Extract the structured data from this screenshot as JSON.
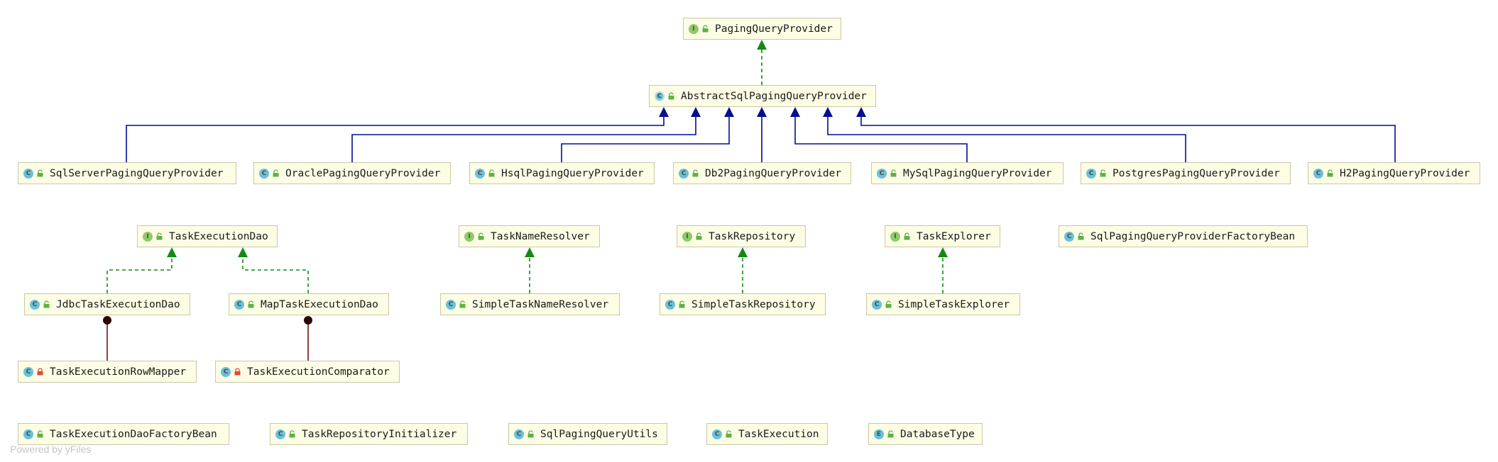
{
  "watermark": "Powered by yFiles",
  "colors": {
    "node_fill": "#fdfde5",
    "node_border": "#c8c8a6",
    "class_badge": "#69c1d9",
    "interface_badge": "#8fca6a",
    "public_lock": "#5fb04a",
    "private_lock": "#e0493a",
    "inheritance_edge": "#000e8f",
    "implements_edge": "#138a13",
    "inner_class_edge": "#7a1010"
  },
  "nodes": [
    {
      "id": "pagingqueryprovider",
      "kind": "interface",
      "badge": "I",
      "visibility": "public",
      "label": "PagingQueryProvider"
    },
    {
      "id": "abstractsqlpagingqueryprovider",
      "kind": "abstract-class",
      "badge": "C",
      "visibility": "public",
      "label": "AbstractSqlPagingQueryProvider"
    },
    {
      "id": "sqlserverpagingqueryprovider",
      "kind": "class",
      "badge": "C",
      "visibility": "public",
      "label": "SqlServerPagingQueryProvider"
    },
    {
      "id": "oraclepagingqueryprovider",
      "kind": "class",
      "badge": "C",
      "visibility": "public",
      "label": "OraclePagingQueryProvider"
    },
    {
      "id": "hsqlpagingqueryprovider",
      "kind": "class",
      "badge": "C",
      "visibility": "public",
      "label": "HsqlPagingQueryProvider"
    },
    {
      "id": "db2pagingqueryprovider",
      "kind": "class",
      "badge": "C",
      "visibility": "public",
      "label": "Db2PagingQueryProvider"
    },
    {
      "id": "mysqlpagingqueryprovider",
      "kind": "class",
      "badge": "C",
      "visibility": "public",
      "label": "MySqlPagingQueryProvider"
    },
    {
      "id": "postgrespagingqueryprovider",
      "kind": "class",
      "badge": "C",
      "visibility": "public",
      "label": "PostgresPagingQueryProvider"
    },
    {
      "id": "h2pagingqueryprovider",
      "kind": "class",
      "badge": "C",
      "visibility": "public",
      "label": "H2PagingQueryProvider"
    },
    {
      "id": "taskexecutiondao",
      "kind": "interface",
      "badge": "I",
      "visibility": "public",
      "label": "TaskExecutionDao"
    },
    {
      "id": "tasknameresolver",
      "kind": "interface",
      "badge": "I",
      "visibility": "public",
      "label": "TaskNameResolver"
    },
    {
      "id": "taskrepository",
      "kind": "interface",
      "badge": "I",
      "visibility": "public",
      "label": "TaskRepository"
    },
    {
      "id": "taskexplorer",
      "kind": "interface",
      "badge": "I",
      "visibility": "public",
      "label": "TaskExplorer"
    },
    {
      "id": "sqlpagingqueryproviderfactorybean",
      "kind": "class",
      "badge": "C",
      "visibility": "public",
      "label": "SqlPagingQueryProviderFactoryBean"
    },
    {
      "id": "jdbctaskexecutiondao",
      "kind": "class",
      "badge": "C",
      "visibility": "public",
      "label": "JdbcTaskExecutionDao"
    },
    {
      "id": "maptaskexecutiondao",
      "kind": "class",
      "badge": "C",
      "visibility": "public",
      "label": "MapTaskExecutionDao"
    },
    {
      "id": "simpletasknameresolver",
      "kind": "class",
      "badge": "C",
      "visibility": "public",
      "label": "SimpleTaskNameResolver"
    },
    {
      "id": "simpletaskrepository",
      "kind": "class",
      "badge": "C",
      "visibility": "public",
      "label": "SimpleTaskRepository"
    },
    {
      "id": "simpletaskexplorer",
      "kind": "class",
      "badge": "C",
      "visibility": "public",
      "label": "SimpleTaskExplorer"
    },
    {
      "id": "taskexecutionrowmapper",
      "kind": "final-class",
      "badge": "C",
      "visibility": "private",
      "label": "TaskExecutionRowMapper"
    },
    {
      "id": "taskexecutioncomparator",
      "kind": "static-class",
      "badge": "C",
      "visibility": "private",
      "label": "TaskExecutionComparator"
    },
    {
      "id": "taskexecutiondaofactorybean",
      "kind": "class",
      "badge": "C",
      "visibility": "public",
      "label": "TaskExecutionDaoFactoryBean"
    },
    {
      "id": "taskrepositoryinitializer",
      "kind": "class",
      "badge": "C",
      "visibility": "public",
      "label": "TaskRepositoryInitializer"
    },
    {
      "id": "sqlpagingqueryutils",
      "kind": "final-class",
      "badge": "C",
      "visibility": "public",
      "label": "SqlPagingQueryUtils"
    },
    {
      "id": "taskexecution",
      "kind": "class",
      "badge": "C",
      "visibility": "public",
      "label": "TaskExecution"
    },
    {
      "id": "databasetype",
      "kind": "enum",
      "badge": "E",
      "visibility": "public",
      "label": "DatabaseType"
    }
  ],
  "edges": [
    {
      "from": "abstractsqlpagingqueryprovider",
      "to": "pagingqueryprovider",
      "type": "implements"
    },
    {
      "from": "sqlserverpagingqueryprovider",
      "to": "abstractsqlpagingqueryprovider",
      "type": "extends"
    },
    {
      "from": "oraclepagingqueryprovider",
      "to": "abstractsqlpagingqueryprovider",
      "type": "extends"
    },
    {
      "from": "hsqlpagingqueryprovider",
      "to": "abstractsqlpagingqueryprovider",
      "type": "extends"
    },
    {
      "from": "db2pagingqueryprovider",
      "to": "abstractsqlpagingqueryprovider",
      "type": "extends"
    },
    {
      "from": "mysqlpagingqueryprovider",
      "to": "abstractsqlpagingqueryprovider",
      "type": "extends"
    },
    {
      "from": "postgrespagingqueryprovider",
      "to": "abstractsqlpagingqueryprovider",
      "type": "extends"
    },
    {
      "from": "h2pagingqueryprovider",
      "to": "abstractsqlpagingqueryprovider",
      "type": "extends"
    },
    {
      "from": "jdbctaskexecutiondao",
      "to": "taskexecutiondao",
      "type": "implements"
    },
    {
      "from": "maptaskexecutiondao",
      "to": "taskexecutiondao",
      "type": "implements"
    },
    {
      "from": "simpletasknameresolver",
      "to": "tasknameresolver",
      "type": "implements"
    },
    {
      "from": "simpletaskrepository",
      "to": "taskrepository",
      "type": "implements"
    },
    {
      "from": "simpletaskexplorer",
      "to": "taskexplorer",
      "type": "implements"
    },
    {
      "from": "taskexecutionrowmapper",
      "to": "jdbctaskexecutiondao",
      "type": "inner"
    },
    {
      "from": "taskexecutioncomparator",
      "to": "maptaskexecutiondao",
      "type": "inner"
    }
  ]
}
